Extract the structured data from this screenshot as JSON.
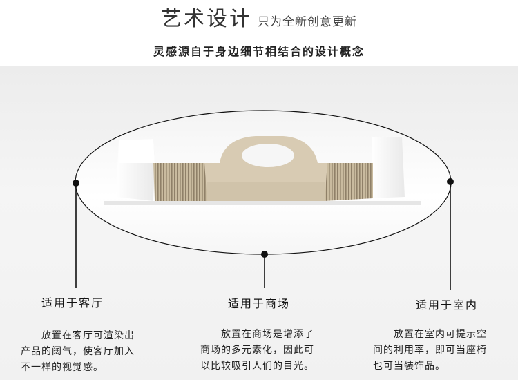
{
  "header": {
    "title": "艺术设计",
    "title_sub": "只为全新创意更新",
    "subtitle": "灵感源自于身边细节相结合的设计概念"
  },
  "features": [
    {
      "label": "适用于客厅",
      "description": "　　放置在客厅可渲染出\n产品的阔气，使客厅加入\n不一样的视觉感。"
    },
    {
      "label": "适用于商场",
      "description": "　　放置在商场是增添了\n商场的多元素化，因此可\n以比较吸引人们的目光。"
    },
    {
      "label": "适用于室内",
      "description": "　　放置在室内可提示空\n间的利用率，即可当座椅\n也可当装饰品。"
    }
  ],
  "colors": {
    "product_beige": "#d9ccb6",
    "ribs": "#b8a888",
    "stage_bg": "#efefef",
    "line": "#111111"
  }
}
